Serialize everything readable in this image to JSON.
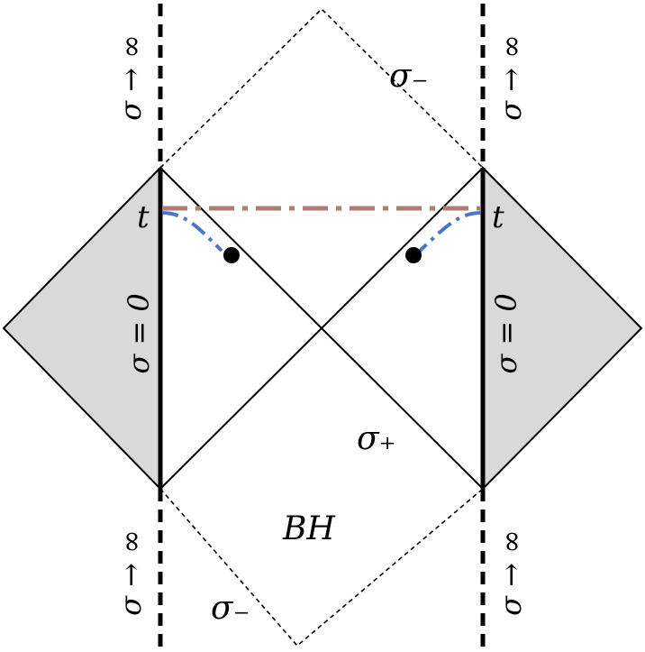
{
  "labels": {
    "sigma_minus_top": "σ₋",
    "sigma_minus_bottom": "σ₋",
    "sigma_plus": "σ₊",
    "black_hole": "BH",
    "t_left": "t",
    "t_right": "t",
    "sigma_zero_left": "σ = 0",
    "sigma_zero_right": "σ = 0",
    "sigma_to_inf_top_left": "σ → ∞",
    "sigma_to_inf_top_right": "σ → ∞",
    "sigma_to_inf_bottom_left": "σ → ∞",
    "sigma_to_inf_bottom_right": "σ → ∞"
  },
  "colors": {
    "shaded_region": "#d9d9d9",
    "curve_blue": "#4a76c8",
    "dashdot_line": "#b07d76",
    "lines": "#000000"
  }
}
